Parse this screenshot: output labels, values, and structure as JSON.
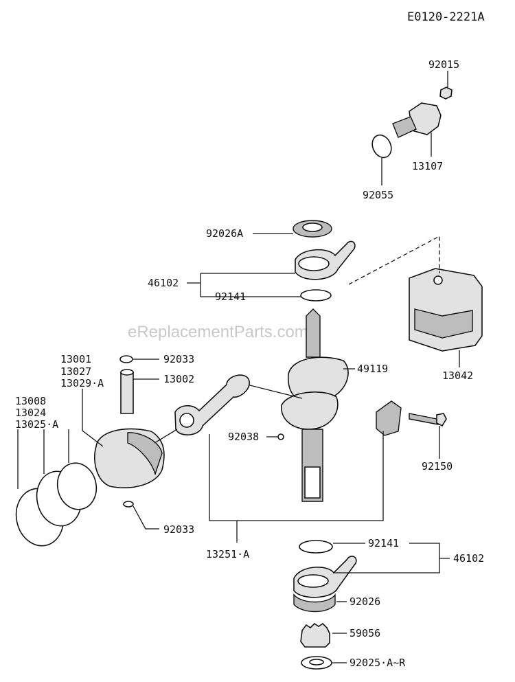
{
  "diagram_id": "E0120-2221A",
  "watermark": "eReplacementParts.com",
  "labels": {
    "p92015": "92015",
    "p13107": "13107",
    "p92055": "92055",
    "p92026A": "92026A",
    "p46102_top": "46102",
    "p92141_top": "92141",
    "p13042": "13042",
    "p49119": "49119",
    "p92033_top": "92033",
    "p13001": "13001",
    "p13027": "13027",
    "p13029A": "13029·A",
    "p13002": "13002",
    "p13008": "13008",
    "p13024": "13024",
    "p13025A": "13025·A",
    "p92038": "92038",
    "p92150": "92150",
    "p92033_bottom": "92033",
    "p13251A": "13251·A",
    "p92141_bottom": "92141",
    "p46102_bottom": "46102",
    "p92026": "92026",
    "p59056": "59056",
    "p92025AR": "92025·A~R"
  }
}
